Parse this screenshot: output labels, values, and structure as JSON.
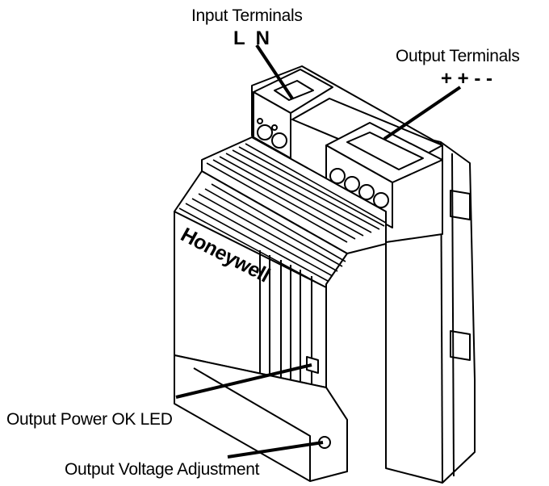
{
  "labels": {
    "input_terminals": "Input Terminals",
    "input_polarity": "L  N",
    "output_terminals": "Output Terminals",
    "output_polarity": "+ + - -",
    "power_ok_led": "Output Power OK LED",
    "voltage_adjustment": "Output Voltage Adjustment"
  },
  "brand": "Honeywell"
}
